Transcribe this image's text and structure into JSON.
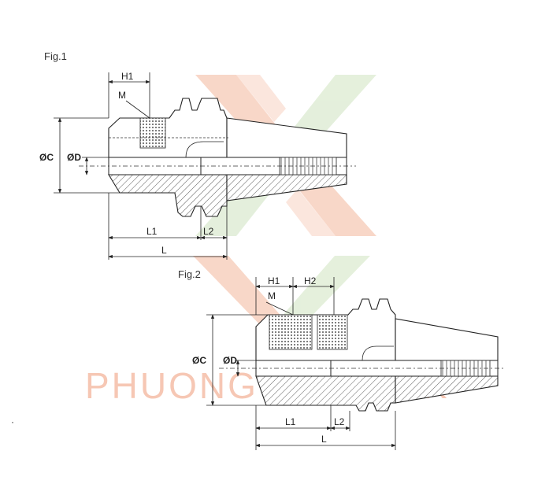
{
  "watermark": {
    "text": "PHUONG VIET TEK",
    "colors": {
      "orange": "#f4b79c",
      "green": "#cfe3c0"
    }
  },
  "figures": [
    {
      "caption": "Fig.1",
      "labels": {
        "H1": "H1",
        "M": "M",
        "C": "ØC",
        "D": "ØD",
        "L1": "L1",
        "L2": "L2",
        "L": "L"
      }
    },
    {
      "caption": "Fig.2",
      "labels": {
        "H1": "H1",
        "H2": "H2",
        "M": "M",
        "C": "ØC",
        "D": "ØD",
        "L1": "L1",
        "L2": "L2",
        "L": "L"
      }
    }
  ],
  "stray_mark": "·"
}
